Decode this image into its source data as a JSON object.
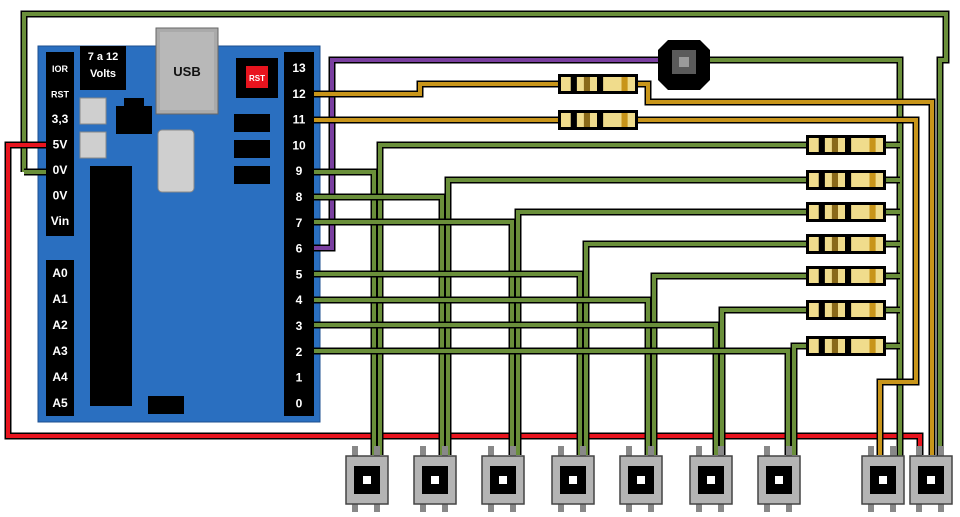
{
  "board": {
    "power_label_line1": "7 a 12",
    "power_label_line2": "Volts",
    "usb_label": "USB",
    "reset_label": "RST",
    "left_pins": [
      "IOR",
      "RST",
      "3,3",
      "5V",
      "0V",
      "0V",
      "Vin"
    ],
    "analog_pins": [
      "A0",
      "A1",
      "A2",
      "A3",
      "A4",
      "A5"
    ],
    "digital_pins": [
      "13",
      "12",
      "11",
      "10",
      "9",
      "8",
      "7",
      "6",
      "5",
      "4",
      "3",
      "2",
      "1",
      "0"
    ]
  },
  "colors": {
    "board_blue": "#2a6fc0",
    "wire_green": "#6a8f3a",
    "wire_gold": "#c8951a",
    "wire_purple": "#7a3fa0",
    "wire_red": "#e8141e",
    "button_gray": "#b4b4b4"
  },
  "components": {
    "buttons_count": 9,
    "resistors_count": 9,
    "buzzer": "buzzer-icon"
  }
}
